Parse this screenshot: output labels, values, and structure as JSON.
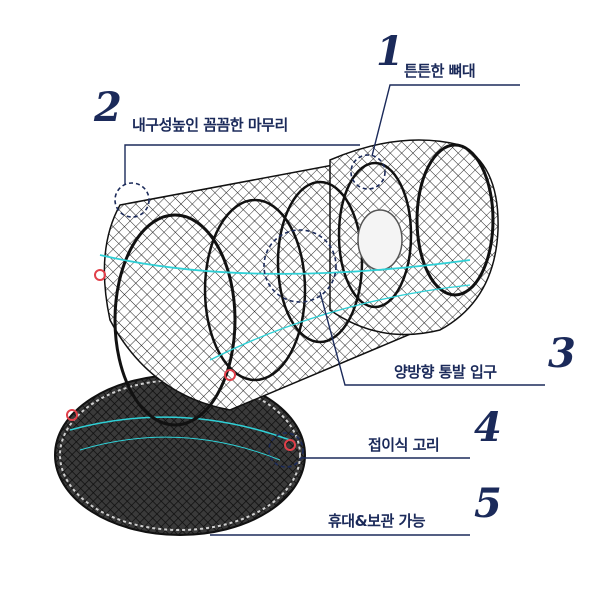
{
  "callouts": [
    {
      "number": "1",
      "label": "튼튼한 뼈대"
    },
    {
      "number": "2",
      "label": "내구성높인 꼼꼼한 마무리"
    },
    {
      "number": "3",
      "label": "양방향 통발 입구"
    },
    {
      "number": "4",
      "label": "접이식 고리"
    },
    {
      "number": "5",
      "label": "휴대&보관 가능"
    }
  ],
  "colors": {
    "accent": "#1b2a5a",
    "net": "#1a1a1a",
    "rope": "#2fd0d6",
    "tag": "#e0404a"
  }
}
